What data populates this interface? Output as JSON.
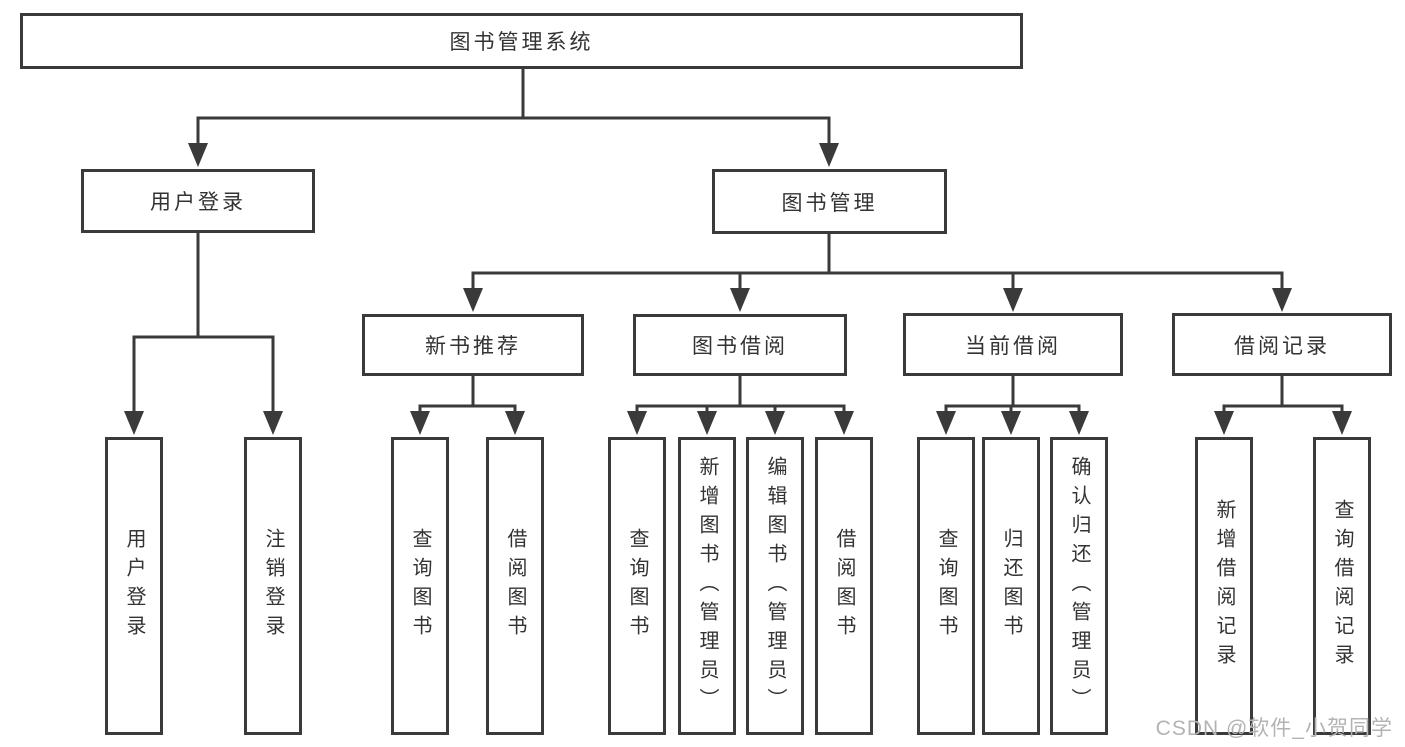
{
  "root": {
    "label": "图书管理系统"
  },
  "user_branch": {
    "label": "用户登录",
    "leaves": [
      "用户登录",
      "注销登录"
    ]
  },
  "book_branch": {
    "label": "图书管理",
    "groups": [
      {
        "label": "新书推荐",
        "leaves": [
          "查询图书",
          "借阅图书"
        ]
      },
      {
        "label": "图书借阅",
        "leaves": [
          "查询图书",
          "新增图书（管理员）",
          "编辑图书（管理员）",
          "借阅图书"
        ]
      },
      {
        "label": "当前借阅",
        "leaves": [
          "查询图书",
          "归还图书",
          "确认归还（管理员）"
        ]
      },
      {
        "label": "借阅记录",
        "leaves": [
          "新增借阅记录",
          "查询借阅记录"
        ]
      }
    ]
  },
  "watermark": "CSDN @软件_小贺同学",
  "colors": {
    "line": "#3a3a3a",
    "text": "#333333",
    "box_fill": "#ffffff",
    "watermark": "#b3b3b3",
    "background": "#ffffff"
  }
}
